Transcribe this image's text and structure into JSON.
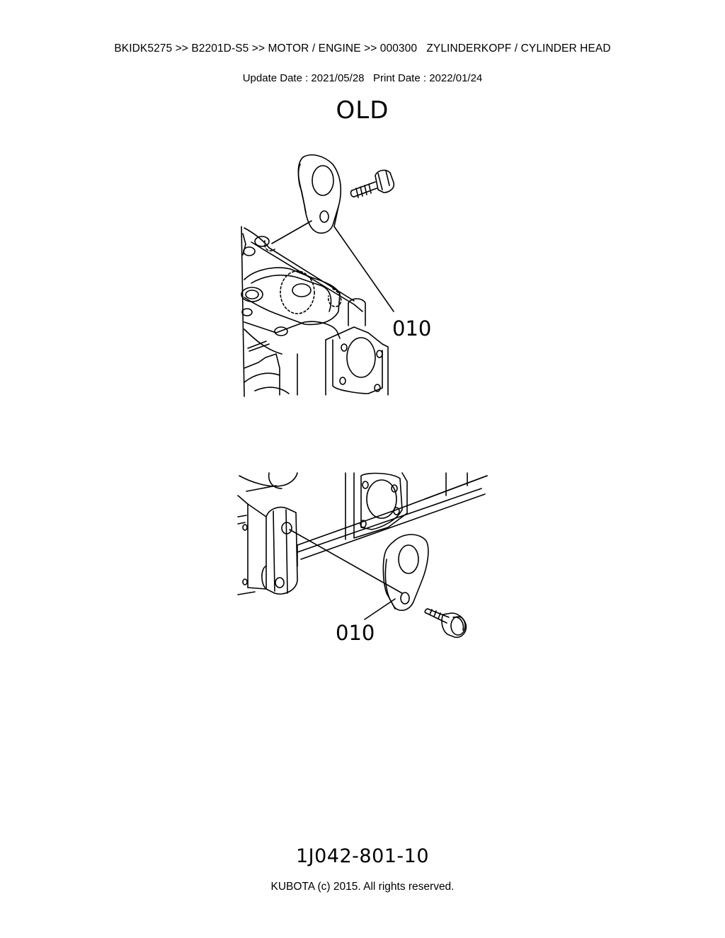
{
  "header": {
    "breadcrumb": "BKIDK5275 >> B2201D-S5 >> MOTOR / ENGINE >> 000300   ZYLINDERKOPF / CYLINDER HEAD",
    "dates": "Update Date : 2021/05/28   Print Date : 2022/01/24"
  },
  "diagram": {
    "variant_label": "OLD",
    "upper_callout": "010",
    "lower_callout": "010"
  },
  "footer": {
    "part_number": "1J042-801-10",
    "copyright": "KUBOTA (c) 2015. All rights reserved."
  }
}
